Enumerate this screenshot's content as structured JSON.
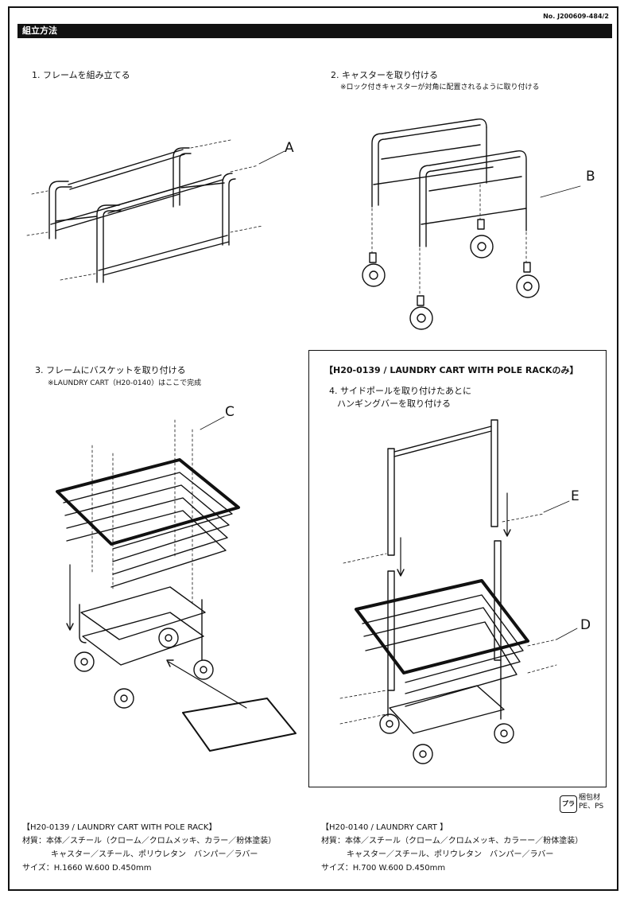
{
  "doc_number": "No. J200609-484/2",
  "title": "組立方法",
  "steps": {
    "s1": {
      "label": "1. フレームを組み立てる"
    },
    "s2": {
      "label": "2. キャスターを取り付ける",
      "note": "※ロック付きキャスターが対角に配置されるように取り付ける"
    },
    "s3": {
      "label": "3. フレームにバスケットを取り付ける",
      "note": "※LAUNDRY CART（H20-0140）はここで完成"
    },
    "s4": {
      "label_line1": "4. サイドポールを取り付けたあとに",
      "label_line2": "ハンギングバーを取り付ける"
    }
  },
  "pole_box_header": "【H20-0139 / LAUNDRY CART WITH POLE RACKのみ】",
  "part_letters": {
    "a": "A",
    "b": "B",
    "c": "C",
    "d": "D",
    "e": "E"
  },
  "packaging": {
    "icon": "プラ",
    "line1": "梱包材",
    "line2": "PE、PS"
  },
  "spec_left": {
    "header": "【H20-0139 / LAUNDRY CART WITH POLE RACK】",
    "material1": "材質：本体／スチール（クローム／クロムメッキ、カラー／粉体塗装）",
    "material2": "キャスター／スチール、ポリウレタン　バンパー／ラバー",
    "size": "サイズ：H.1660 W.600 D.450mm"
  },
  "spec_right": {
    "header": "【H20-0140 / LAUNDRY CART 】",
    "material1": "材質：本体／スチール（クローム／クロムメッキ、カラーー／粉体塗装）",
    "material2": "キャスター／スチール、ポリウレタン　バンパー／ラバー",
    "size": "サイズ：H.700 W.600 D.450mm"
  }
}
